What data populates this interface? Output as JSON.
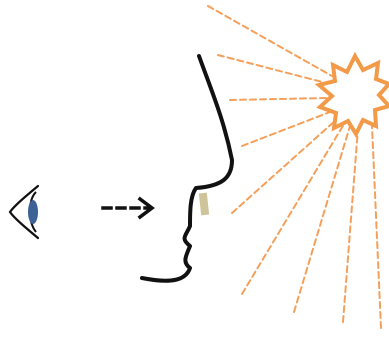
{
  "colors": {
    "background": "#ffffff",
    "ray": "#f5a05a",
    "burst_stroke": "#f39a49",
    "outline": "#111111",
    "iris": "#3d6296",
    "cream_patch": "#cfc39a"
  },
  "elements": {
    "eye": "eye-icon",
    "gaze_arrow": "dashed-arrow-icon",
    "profile": "face-profile-silhouette",
    "patch": "skin-patch",
    "light_source": "sun-burst-icon",
    "rays": "light-rays"
  }
}
